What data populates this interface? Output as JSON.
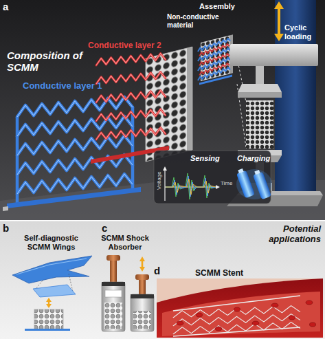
{
  "diagram": {
    "nodes": [
      {
        "text": [
          "a",
          "Composition of SCMM"
        ]
      },
      {
        "text": [
          "Voltage",
          "Time",
          "Sensing",
          "Charging"
        ],
        "in": 0
      },
      {
        "text": [
          "b",
          "Self-diagnostic SCMM Wings",
          "c",
          "SCMM Shock Absorber",
          "Potential applications"
        ]
      },
      {
        "text": [
          "d",
          "SCMM Stent"
        ],
        "in": 2
      }
    ],
    "labels": [
      "Conductive layer 1",
      "Conductive layer 2",
      "Non-conductive material",
      "Assembly",
      "Cyclic loading"
    ]
  }
}
